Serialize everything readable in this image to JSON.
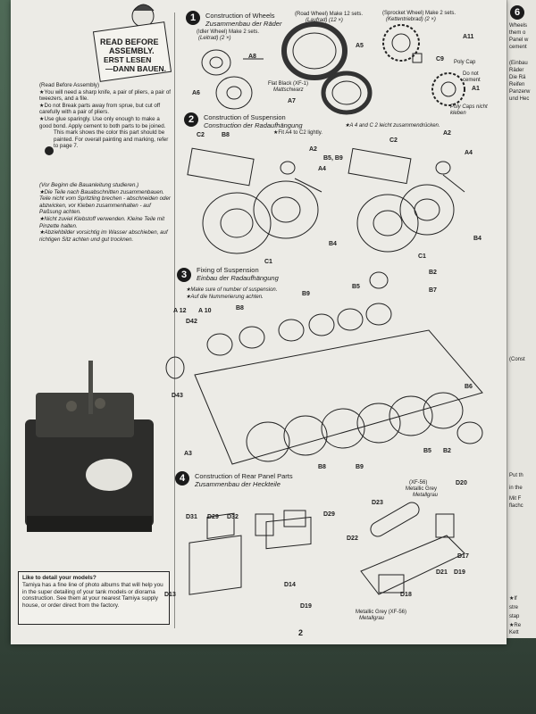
{
  "header": {
    "read_before_l1": "READ BEFORE",
    "read_before_l2": "ASSEMBLY.",
    "erst_l1": "ERST LESEN",
    "erst_l2": "—DANN BAUEN."
  },
  "instructions_en": {
    "title": "(Read Before Assembly)",
    "items": [
      "★You will need a sharp knife, a pair of pliers, a pair of tweezers, and a file.",
      "★Do not Break parts away from sprue, but cut off carefully with a pair of pliers.",
      "★Use glue sparingly. Use only enough to make a good bond. Apply cement to both parts to be joined."
    ],
    "paint_note": "This mark shows the color this part should be painted. For overall painting and marking, refer to page 7."
  },
  "instructions_de": {
    "title": "(Vor Beginn die Bauanleitung studieren.)",
    "items": [
      "★Die Teile nach Bauabschnitten zusammenbauen. Teile nicht vom Spritzling brechen - abschneiden oder abzwicken, vor Kleben zusammenhalten - auf Paßsung achten.",
      "★Nicht zuviel Klebstoff verwenden. Kleine Teile mit Pinzette halten.",
      "★Abziehbilder vorsichtig im Wasser abschieben, auf richtigen Sitz achten und gut trocknen."
    ]
  },
  "detail_box": {
    "title": "Like to detail your models?",
    "body": "Tamiya has a fine line of photo albums that will help you in the super detailing of your tank models or diorama construction. See them at your nearest Tamiya supply house, or order direct from the factory."
  },
  "steps": [
    {
      "no": "1",
      "en": "Construction of Wheels",
      "de": "Zusammenbau der Räder"
    },
    {
      "no": "2",
      "en": "Construction of Suspension",
      "de": "Construction der Radaufhängung"
    },
    {
      "no": "3",
      "en": "Fixing of Suspension",
      "de": "Einbau der Radaufhängung"
    },
    {
      "no": "4",
      "en": "Construction of Rear Panel Parts",
      "de": "Zusammenbau der Heckteile"
    }
  ],
  "step1": {
    "road_wheel": "(Road Wheel) Make 12 sets.",
    "road_wheel_de": "(Laufrad)  (12 ×)",
    "sprocket": "(Sprocket Wheel) Make 2 sets.",
    "sprocket_de": "(Kettentriebrad)  (2 ×)",
    "idler": "(Idler Wheel) Make 2 sets.",
    "idler_de": "(Leitrad)  (2 ×)",
    "flat_black": "Flat Black (XF-1)",
    "flat_black_de": "Mattschwarz",
    "poly_cap": "Poly Cap",
    "no_cement": "Do not cement",
    "poly_caps_de": "Poly Caps nicht kleben"
  },
  "step2": {
    "note": "★A 4 and C 2 leicht zusammendrücken.",
    "fit": "★Fit A4 to C2 lightly."
  },
  "step3": {
    "note_en": "★Make sure of number of suspension.",
    "note_de": "★Auf die Nummerierung achten."
  },
  "step4": {
    "metallic_grey": "(XF-56)",
    "metallic_grey2": "Metallic Grey",
    "metallgrau": "Metallgrau",
    "metallic_grey_bottom": "Metallic Grey (XF-56)",
    "metallgrau_bottom": "Metallgrau"
  },
  "parts": {
    "a8": "A8",
    "a6": "A6",
    "a5": "A5",
    "a7": "A7",
    "a11": "A11",
    "c9": "C9",
    "a1": "A1",
    "c2l": "C2",
    "b8l": "B8",
    "a2l": "A2",
    "a4l": "A4",
    "b5b9": "B5, B9",
    "b4l": "B4",
    "c1l": "C1",
    "c2r": "C2",
    "a2r": "A2",
    "a4r": "A4",
    "b4r": "B4",
    "c1r": "C1",
    "b2t": "B2",
    "b7": "B7",
    "b5t": "B5",
    "b9t": "B9",
    "b8t": "B8",
    "a12": "A 12",
    "a10": "A 10",
    "d42": "D42",
    "d43": "D43",
    "a3": "A3",
    "b6": "B6",
    "b5b": "B5",
    "b2b": "B2",
    "b8b": "B8",
    "b9b": "B9",
    "d31": "D31",
    "d29a": "D29",
    "d32": "D32",
    "d29b": "D29",
    "d13": "D13",
    "d14": "D14",
    "d23": "D23",
    "d22": "D22",
    "d20": "D20",
    "d17": "D17",
    "d21": "D21",
    "d19a": "D19",
    "d18": "D18",
    "d19b": "D19"
  },
  "page_number": "2",
  "next_page": {
    "step_no": "6",
    "lines": [
      "Wheels",
      "them o",
      "Panel w",
      "cement",
      "(Einbau",
      "Räder",
      "Die Rä",
      "Reifen",
      "Panzerw",
      "und Hec",
      "(Const",
      "Put th",
      "in the",
      "Mit F",
      "flachc",
      "★If",
      "stre",
      "stap",
      "★Re",
      "Kett"
    ]
  }
}
